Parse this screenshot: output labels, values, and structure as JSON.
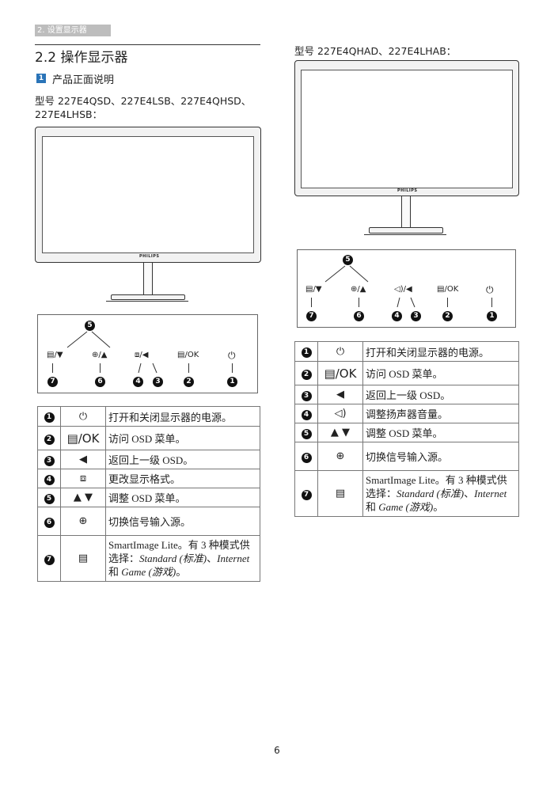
{
  "header": {
    "breadcrumb": "2. 设置显示器",
    "section_title": "2.2  操作显示器"
  },
  "subsection": {
    "number": "1",
    "title": "产品正面说明"
  },
  "models_left": "型号 227E4QSD、227E4LSB、227E4QHSD、227E4LHSB：",
  "models_right": "型号 227E4QHAD、227E4LHAB：",
  "monitor": {
    "brand": "PHILIPS"
  },
  "diagram_left": {
    "buttons": [
      "▤/▼",
      "⊕/▲",
      "⧈/◀",
      "▤/OK",
      "⏻"
    ],
    "numbers": {
      "top": "5",
      "b7": "7",
      "b6": "6",
      "b4": "4",
      "b3": "3",
      "b2": "2",
      "b1": "1"
    }
  },
  "diagram_right": {
    "buttons": [
      "▤/▼",
      "⊕/▲",
      "◁)/◀",
      "▤/OK",
      "⏻"
    ],
    "numbers": {
      "top": "5",
      "b7": "7",
      "b6": "6",
      "b4": "4",
      "b3": "3",
      "b2": "2",
      "b1": "1"
    }
  },
  "table_left": [
    {
      "num": "1",
      "icon": "⏻",
      "text": "打开和关闭显示器的电源。"
    },
    {
      "num": "2",
      "icon": "▤/OK",
      "text": "访问 OSD 菜单。"
    },
    {
      "num": "3",
      "icon": "◀",
      "text": "返回上一级 OSD。"
    },
    {
      "num": "4",
      "icon": "⧈",
      "text": "更改显示格式。"
    },
    {
      "num": "5",
      "icon": "▲ ▼",
      "text": "调整 OSD 菜单。"
    },
    {
      "num": "6",
      "icon": "⊕",
      "text": "切换信号输入源。"
    },
    {
      "num": "7",
      "icon": "▤",
      "text_a": "SmartImage Lite。有 3 种模式供选择：",
      "text_b": "Standard (标准)",
      "text_c": "、",
      "text_d": "Internet",
      "text_e": " 和 ",
      "text_f": "Game (游戏)",
      "text_g": "。"
    }
  ],
  "table_right": [
    {
      "num": "1",
      "icon": "⏻",
      "text": "打开和关闭显示器的电源。"
    },
    {
      "num": "2",
      "icon": "▤/OK",
      "text": "访问 OSD 菜单。"
    },
    {
      "num": "3",
      "icon": "◀",
      "text": "返回上一级 OSD。"
    },
    {
      "num": "4",
      "icon": "◁)",
      "text": "调整扬声器音量。"
    },
    {
      "num": "5",
      "icon": "▲ ▼",
      "text": "调整 OSD 菜单。"
    },
    {
      "num": "6",
      "icon": "⊕",
      "text": "切换信号输入源。"
    },
    {
      "num": "7",
      "icon": "▤",
      "text_a": "SmartImage Lite。有 3 种模式供选择：",
      "text_b": "Standard (标准)",
      "text_c": "、",
      "text_d": "Internet",
      "text_e": " 和 ",
      "text_f": "Game (游戏)",
      "text_g": "。"
    }
  ],
  "page_number": "6"
}
